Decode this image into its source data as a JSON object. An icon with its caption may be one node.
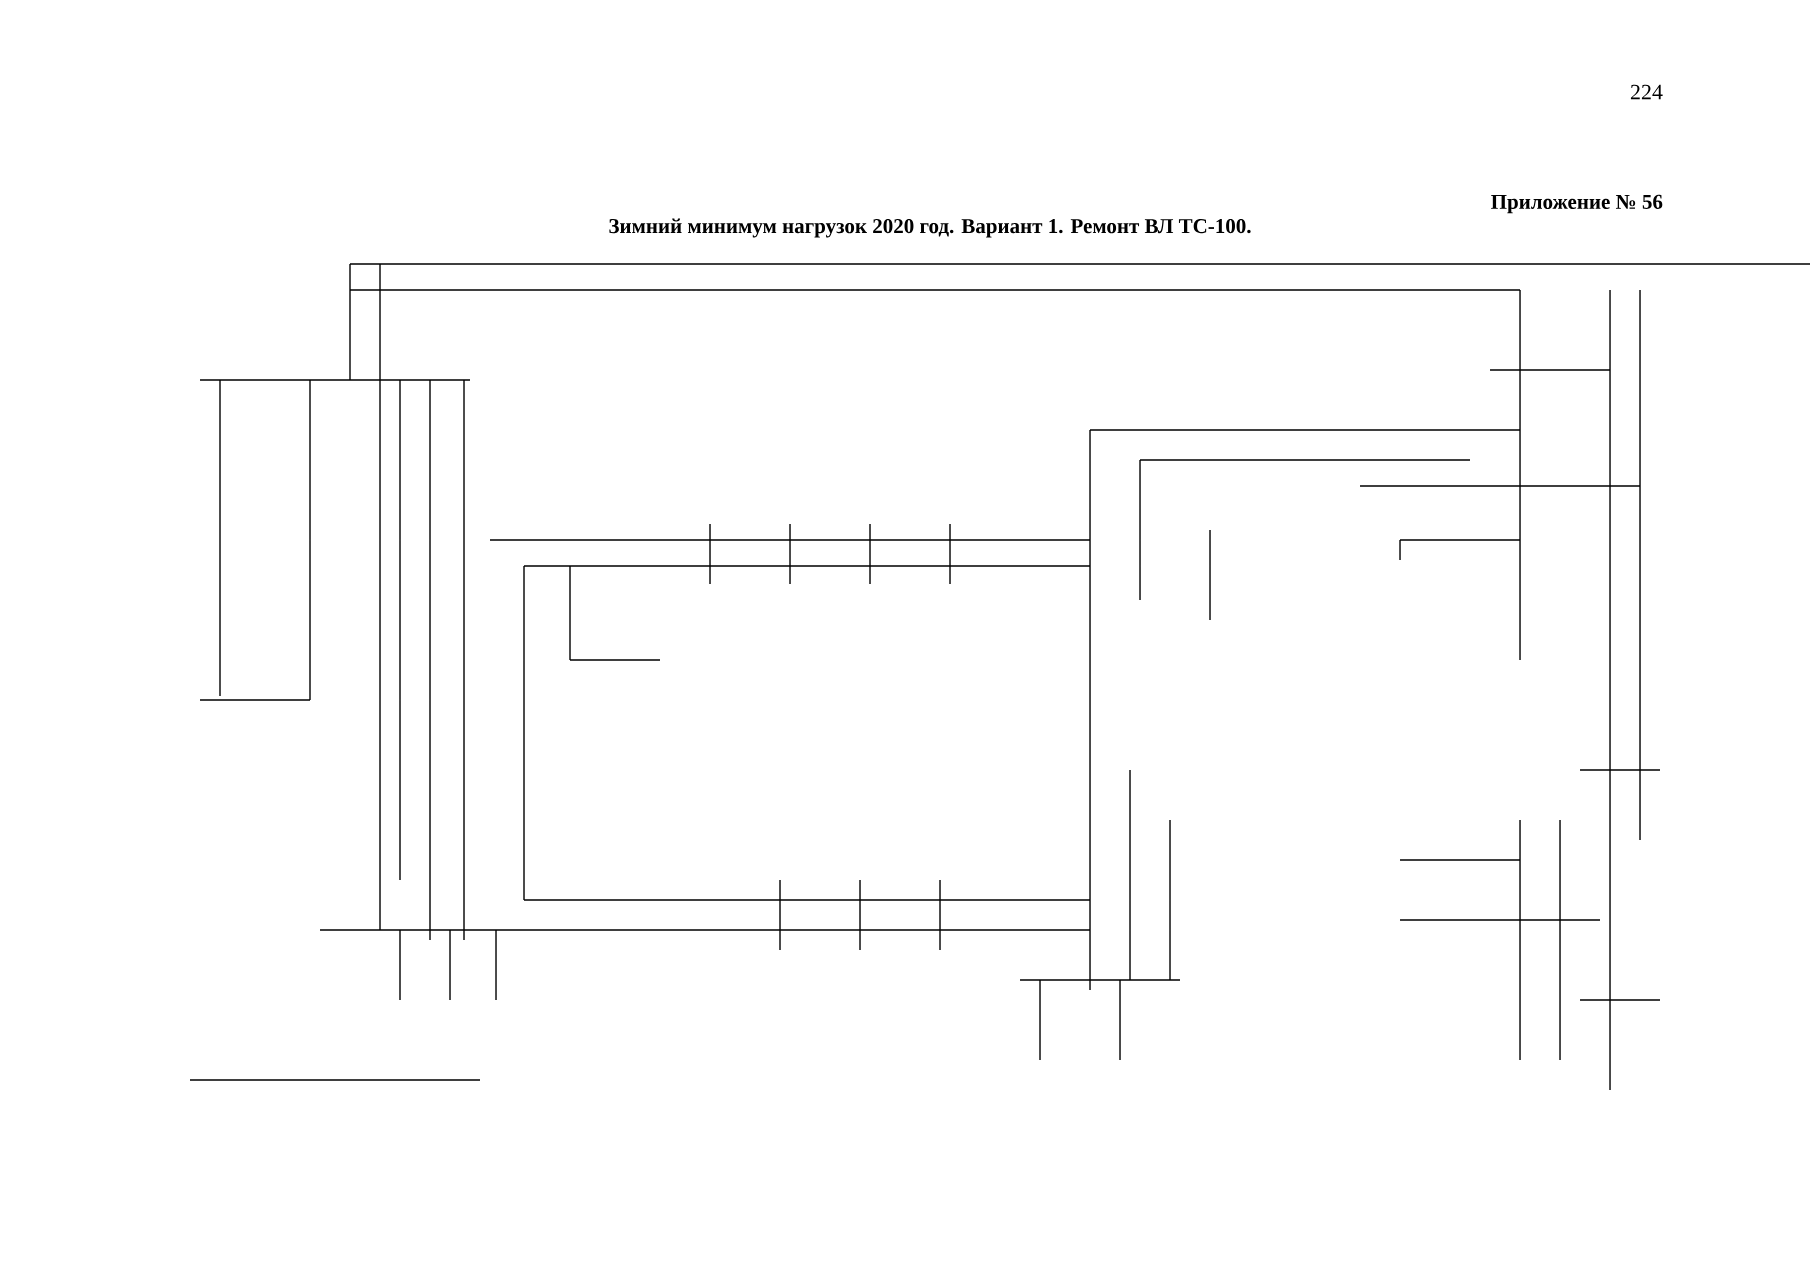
{
  "diagram": {
    "title": "Зимний минимум нагрузок 2020 год. Вариант 1. Ремонт ВЛ ТС-100.",
    "labels": [
      "224",
      "Приложение № 56"
    ]
  }
}
